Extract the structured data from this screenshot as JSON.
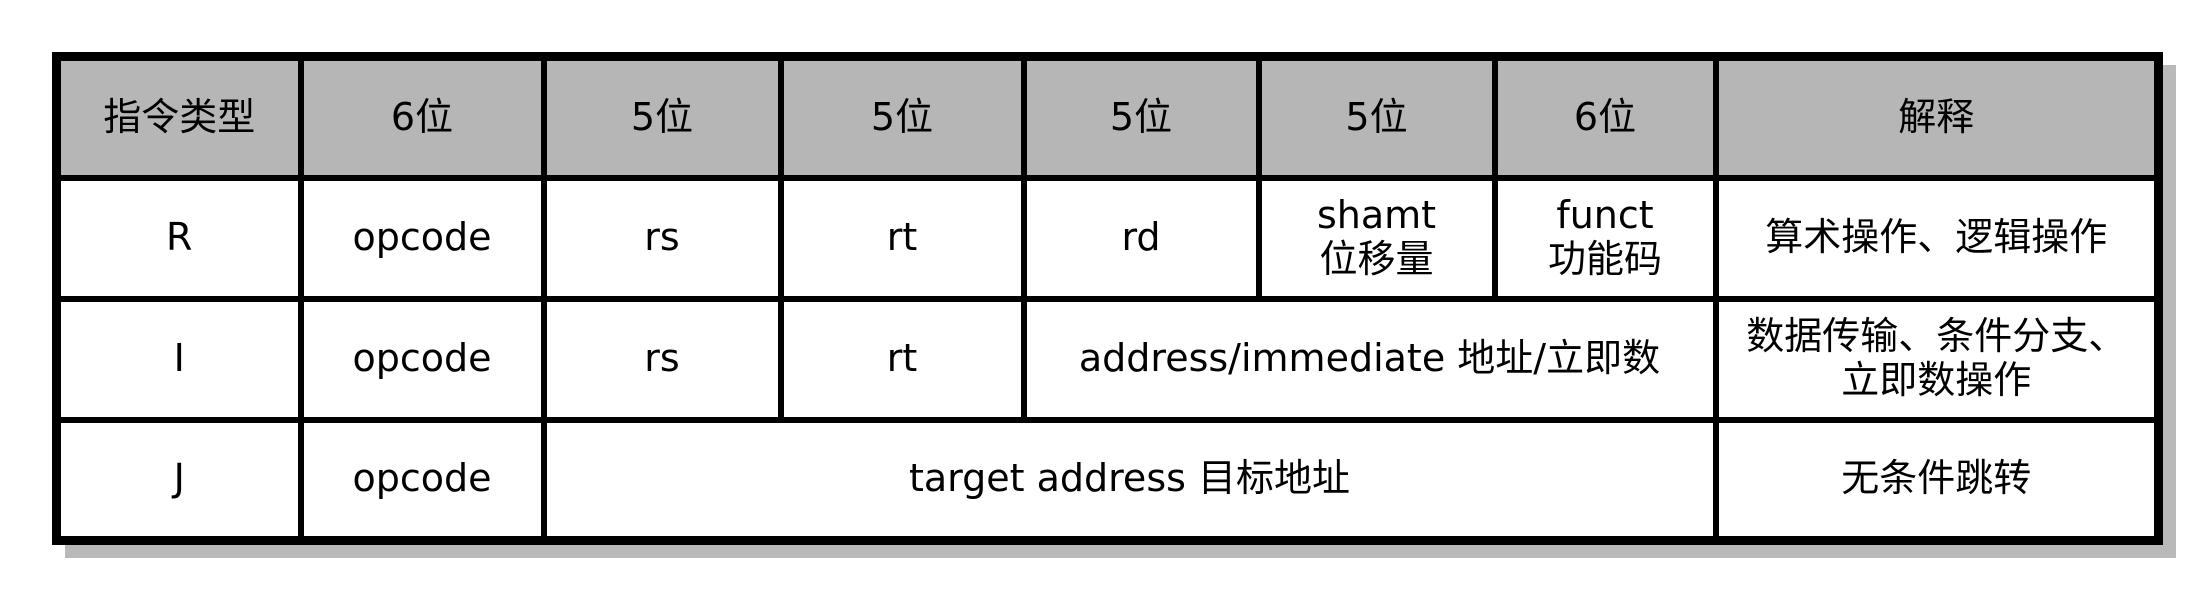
{
  "colors": {
    "header_bg": "#b6b6b6",
    "border": "#000000",
    "shadow": "#b9b9b9",
    "cell_bg": "#ffffff",
    "page_bg": "#ffffff"
  },
  "header": [
    "指令类型",
    "6位",
    "5位",
    "5位",
    "5位",
    "5位",
    "6位",
    "解释"
  ],
  "rows": {
    "r": {
      "type": "R",
      "opcode": "opcode",
      "rs": "rs",
      "rt": "rt",
      "rd": "rd",
      "shamt_line1": "shamt",
      "shamt_line2": "位移量",
      "funct_line1": "funct",
      "funct_line2": "功能码",
      "explain": "算术操作、逻辑操作"
    },
    "i": {
      "type": "I",
      "opcode": "opcode",
      "rs": "rs",
      "rt": "rt",
      "address_immediate": "address/immediate 地址/立即数",
      "explain_line1": "数据传输、条件分支、",
      "explain_line2": "立即数操作"
    },
    "j": {
      "type": "J",
      "opcode": "opcode",
      "target_address": "target address 目标地址",
      "explain": "无条件跳转"
    }
  }
}
